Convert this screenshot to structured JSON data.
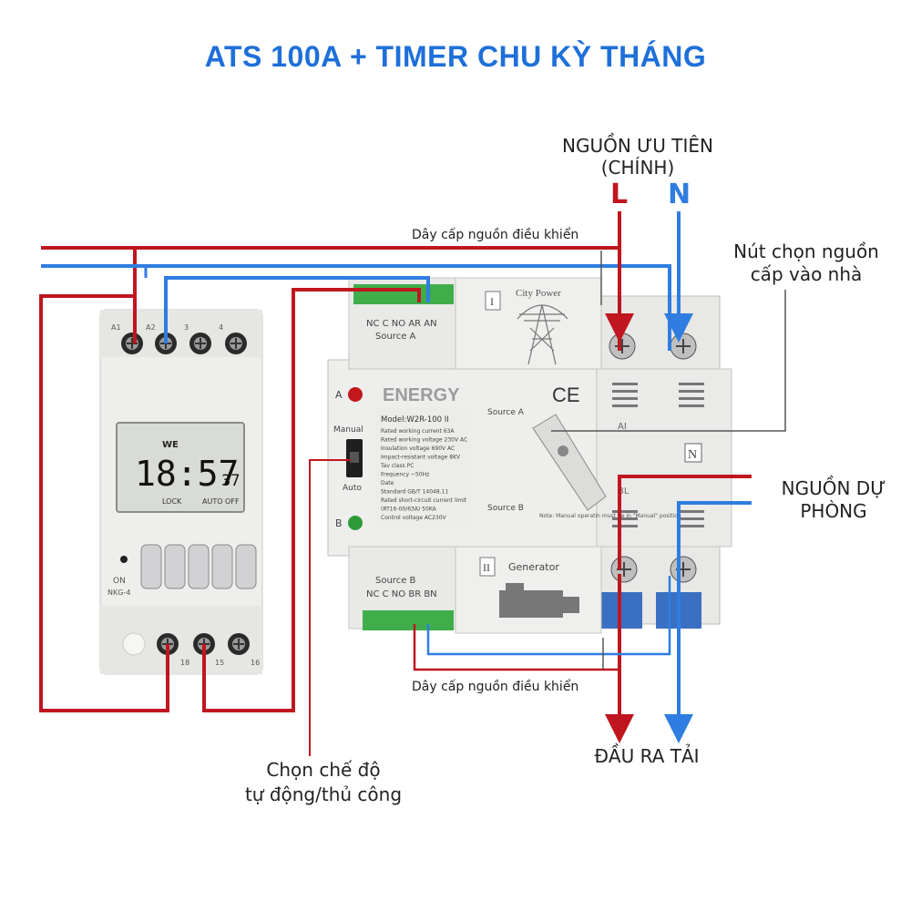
{
  "title": "ATS 100A + TIMER CHU KỲ THÁNG",
  "labels": {
    "priority_source_line1": "NGUỒN ƯU TIÊN",
    "priority_source_line2": "(CHÍNH)",
    "phase_L": "L",
    "neutral_N": "N",
    "control_cable_top": "Dây cấp nguồn điều khiển",
    "control_cable_bottom": "Dây cấp nguồn điều khiển",
    "select_button_line1": "Nút chọn nguồn",
    "select_button_line2": "cấp vào nhà",
    "backup_source_line1": "NGUỒN DỰ",
    "backup_source_line2": "PHÒNG",
    "load_output": "ĐẦU RA TẢI",
    "mode_select_line1": "Chọn chế độ",
    "mode_select_line2": "tự động/thủ công"
  },
  "timer": {
    "terminals_top": [
      "A1",
      "A2",
      "3",
      "4"
    ],
    "day": "WE",
    "time": "18:57",
    "seconds": "37",
    "status_lock": "LOCK",
    "status_auto_off": "AUTO OFF",
    "on_label": "ON",
    "model": "NKG-4",
    "terminals_bottom": [
      "18",
      "15",
      "16"
    ]
  },
  "ats": {
    "watermark": "ENERGY",
    "brand": "City Power",
    "roman_I": "I",
    "roman_II": "II",
    "source_a_terms": "NC C NO AR AN",
    "source_a": "Source A",
    "source_b": "Source B",
    "source_b_terms": "NC C NO BR BN",
    "led_a": "A",
    "led_b": "B",
    "manual": "Manual",
    "auto": "Auto",
    "model": "Model:W2R-100 II",
    "spec_lines": [
      "Rated working current    63A",
      "Rated working voltage   230V AC",
      "Insulation voltage     690V AC",
      "Impact-resistant voltage    8KV",
      "Tav class                    PC",
      "Frequency                 ~50Hz",
      "Date",
      "Standard           GB/T 14048.11",
      "Rated short-circuit current limit",
      "(RT16-00/63A)               50KA",
      "Control voltage           AC230V"
    ],
    "ce_mark": "CE",
    "source_a_switch": "Source A",
    "source_b_switch": "Source B",
    "note": "Note: Manual operatin must be in \"Manual\" position",
    "generator": "Generator",
    "ai_label": "AI",
    "n_label": "N",
    "bl_label": "BL"
  },
  "colors": {
    "title": "#1e6fd9",
    "wire_red": "#c0161f",
    "wire_blue": "#2f7de0",
    "device_body": "#eeeeec",
    "terminal_green": "#3fae4a",
    "lcd": "#d9dcd6"
  }
}
